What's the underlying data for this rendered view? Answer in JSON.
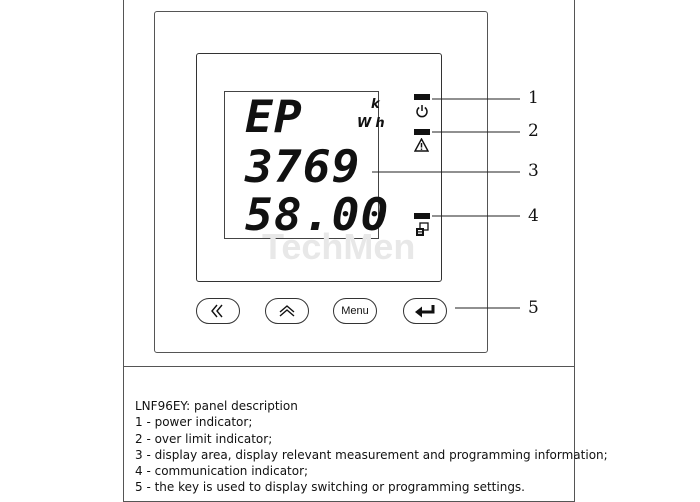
{
  "lcd": {
    "row1": "EP",
    "unit_prefix": "k",
    "unit": "Wh",
    "row2": "3769",
    "row3": "58.00"
  },
  "watermark": "TechMen",
  "buttons": {
    "left_label": "left-arrows",
    "up_label": "up-arrows",
    "menu_label": "Menu",
    "enter_label": "enter-arrow"
  },
  "icons": {
    "power": "power-icon",
    "warning": "warning-icon",
    "communication": "communication-icon"
  },
  "callouts": [
    "1",
    "2",
    "3",
    "4",
    "5"
  ],
  "description": {
    "title": "LNF96EY: panel description",
    "items": [
      "1 - power indicator;",
      "2 - over limit indicator;",
      "3 - display area, display relevant measurement and programming information;",
      "4 - communication indicator;",
      "5 - the key is used to display switching or programming settings."
    ]
  }
}
